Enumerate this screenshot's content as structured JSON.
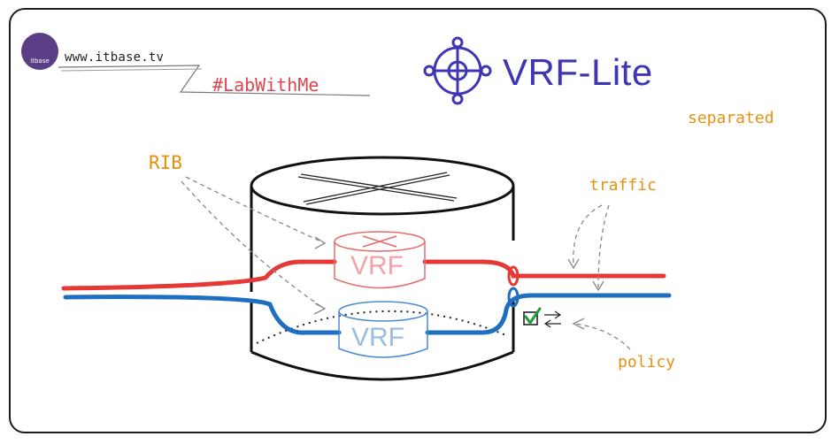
{
  "brand": {
    "site": "www.itbase.tv",
    "hashtag": "#LabWithMe",
    "logo_text": "itbase"
  },
  "title": "VRF-Lite",
  "labels": {
    "separated": "separated",
    "rib": "RIB",
    "traffic": "traffic",
    "policy": "policy"
  },
  "vrfs": [
    {
      "label": "VRF",
      "color": "#e53935"
    },
    {
      "label": "VRF",
      "color": "#1e6fc0"
    }
  ],
  "colors": {
    "accent": "#3e36b5",
    "annotation": "#e8900e",
    "hashtag": "#d9484f",
    "check": "#1f9d3a"
  }
}
